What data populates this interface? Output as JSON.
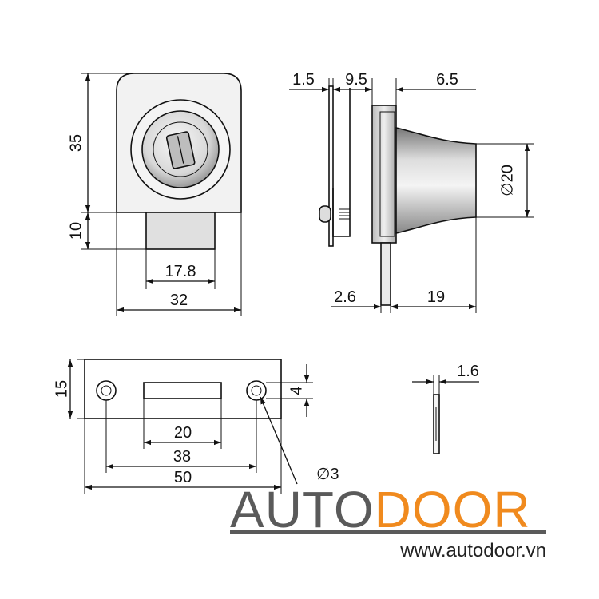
{
  "dimensions": {
    "front_height": "35",
    "front_base_height": "10",
    "front_base_width": "17.8",
    "front_width": "32",
    "side_thickness": "1.5",
    "side_body_depth": "9.5",
    "side_knob_depth": "6.5",
    "knob_diameter": "∅20",
    "side_tongue": "2.6",
    "side_knob_length": "19",
    "plate_height": "15",
    "slot_height": "4",
    "slot_length": "20",
    "hole_spacing": "38",
    "plate_length": "50",
    "hole_diameter": "∅3",
    "plate_thickness": "1.6"
  },
  "brand": {
    "part1": "AUTO",
    "part2": "DOOR",
    "url": "www.autodoor.vn",
    "color_gray": "#5a5a5a",
    "color_orange": "#f08a1e"
  }
}
